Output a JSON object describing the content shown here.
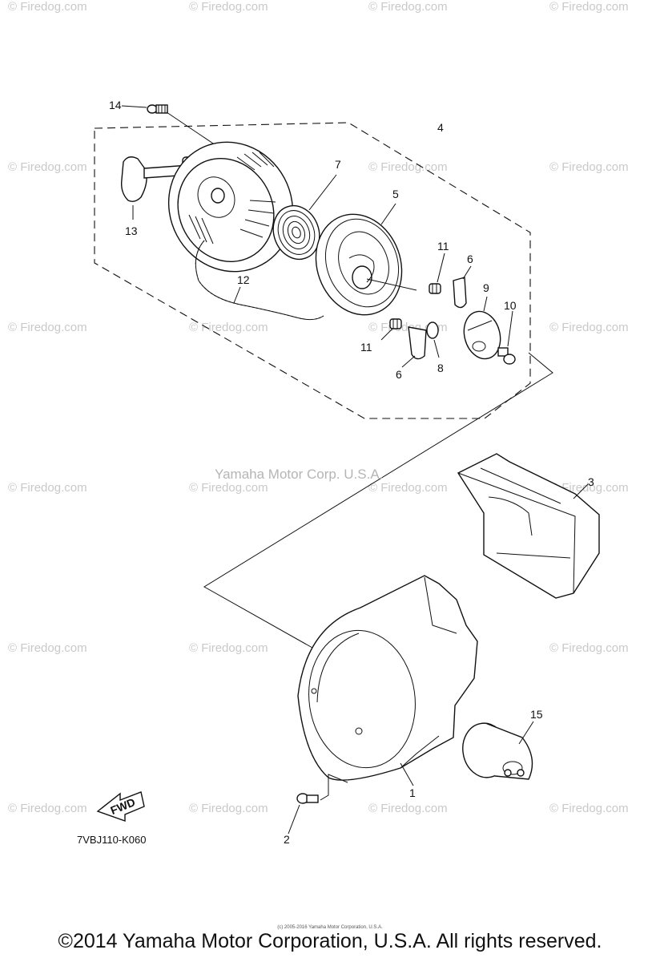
{
  "watermark": "© Firedog.com",
  "center_watermark": "Yamaha Motor Corp. U.S.A.",
  "reference_code": "7VBJ110-K060",
  "fwd_label": "FWD",
  "footer": "©2014 Yamaha Motor Corporation, U.S.A. All rights reserved.",
  "tiny_copyright": "(c) 2005-2016 Yamaha Motor Corporation, U.S.A.",
  "callouts": {
    "c1": "1",
    "c2": "2",
    "c3": "3",
    "c4": "4",
    "c5": "5",
    "c6a": "6",
    "c6b": "6",
    "c7": "7",
    "c8": "8",
    "c9": "9",
    "c10": "10",
    "c11a": "11",
    "c11b": "11",
    "c12": "12",
    "c13": "13",
    "c14": "14",
    "c15": "15"
  }
}
